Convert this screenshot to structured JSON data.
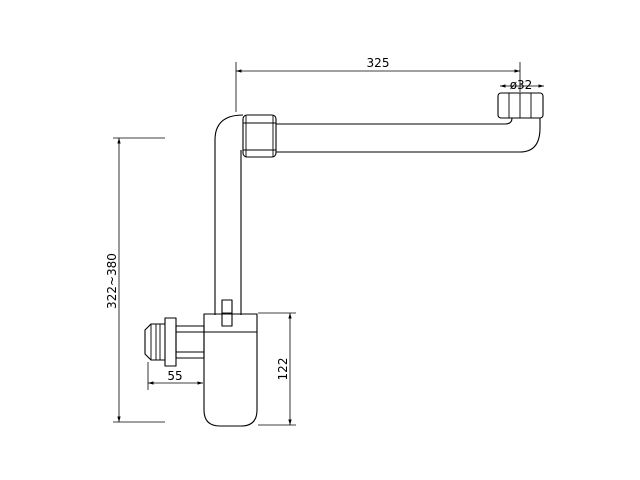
{
  "dimensions": {
    "outlet_length": "325",
    "pipe_diameter": "ø32",
    "height_range": "322~380",
    "inlet_offset": "55",
    "trap_height": "122"
  },
  "colors": {
    "background": "#ffffff",
    "line": "#000000"
  }
}
